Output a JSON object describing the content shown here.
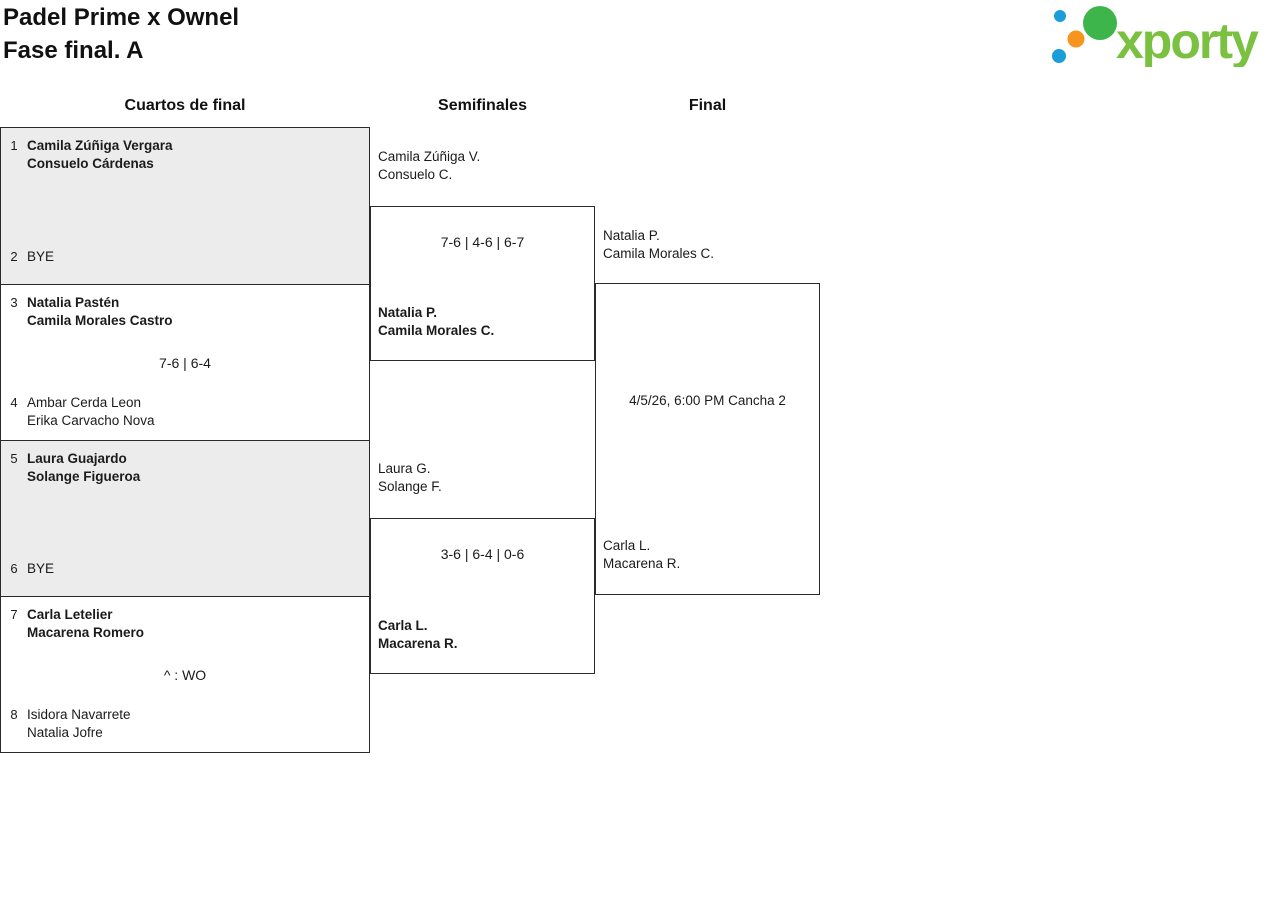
{
  "header": {
    "title_line1": "Padel Prime x Ownel",
    "title_line2": "Fase final. A"
  },
  "logo": {
    "wordmark": "xporty"
  },
  "colors": {
    "brand-green": "#7AC142",
    "brand-green-dark": "#3DB54A",
    "brand-blue": "#1B9DD9",
    "brand-orange": "#F7941D",
    "bye-bg": "#ECECEC",
    "line": "#2A2A2A",
    "text": "#1B1B1B"
  },
  "round_headers": {
    "quarterfinals": "Cuartos de final",
    "semifinals": "Semifinales",
    "final": "Final"
  },
  "matches": {
    "qf1": {
      "seed_a": "1",
      "team_a1": "Camila Zúñiga Vergara",
      "team_a2": "Consuelo Cárdenas",
      "seed_b": "2",
      "team_b1": "BYE"
    },
    "qf2": {
      "seed_a": "3",
      "team_a1": "Natalia Pastén",
      "team_a2": "Camila Morales Castro",
      "seed_b": "4",
      "team_b1": "Ambar Cerda Leon",
      "team_b2": "Erika Carvacho Nova",
      "score": "7-6 | 6-4"
    },
    "qf3": {
      "seed_a": "5",
      "team_a1": "Laura Guajardo",
      "team_a2": "Solange Figueroa",
      "seed_b": "6",
      "team_b1": "BYE"
    },
    "qf4": {
      "seed_a": "7",
      "team_a1": "Carla Letelier",
      "team_a2": "Macarena Romero",
      "seed_b": "8",
      "team_b1": "Isidora Navarrete",
      "team_b2": "Natalia Jofre",
      "score": "^ : WO"
    },
    "sf1": {
      "team_a1": "Camila Zúñiga V.",
      "team_a2": "Consuelo C.",
      "team_b1": "Natalia P.",
      "team_b2": "Camila Morales C.",
      "score": "7-6 | 4-6 | 6-7"
    },
    "sf2": {
      "team_a1": "Laura G.",
      "team_a2": "Solange F.",
      "team_b1": "Carla L.",
      "team_b2": "Macarena R.",
      "score": "3-6 | 6-4 | 0-6"
    },
    "final": {
      "team_a1": "Natalia P.",
      "team_a2": "Camila Morales C.",
      "team_b1": "Carla L.",
      "team_b2": "Macarena R.",
      "schedule": "4/5/26, 6:00 PM Cancha 2"
    }
  }
}
